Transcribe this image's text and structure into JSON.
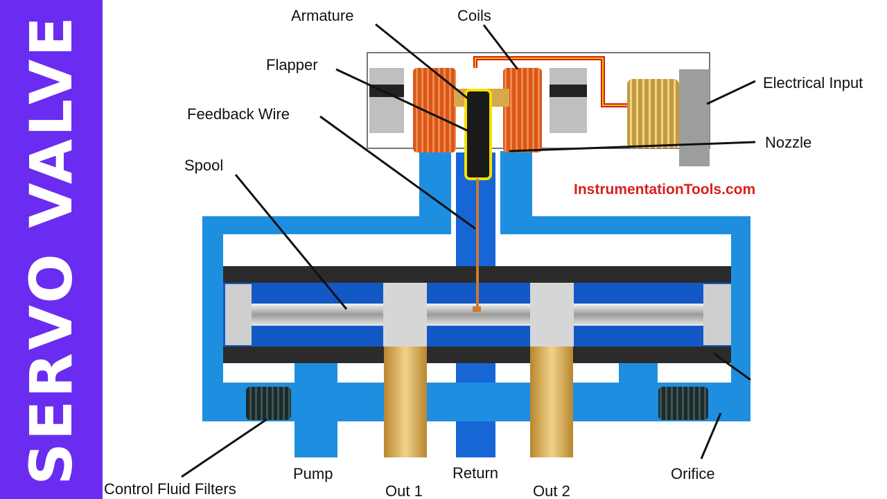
{
  "banner": {
    "title": "SERVO VALVE",
    "color": "#6a2cf0"
  },
  "watermark": "InstrumentationTools.com",
  "labels": {
    "armature": "Armature",
    "coils": "Coils",
    "flapper": "Flapper",
    "feedback_wire": "Feedback Wire",
    "spool": "Spool",
    "electrical_input": "Electrical Input",
    "nozzle": "Nozzle",
    "control_fluid_filters": "Control Fluid Filters",
    "pump": "Pump",
    "out1": "Out 1",
    "return": "Return",
    "out2": "Out 2",
    "orifice": "Orifice"
  },
  "colors": {
    "fluid": "#1e8fe0",
    "fluid_dark": "#1359c6",
    "coil": "#e4621d",
    "brass": "#c9a24a",
    "metal": "#c8c8c8",
    "seal": "#2b2b2b"
  }
}
